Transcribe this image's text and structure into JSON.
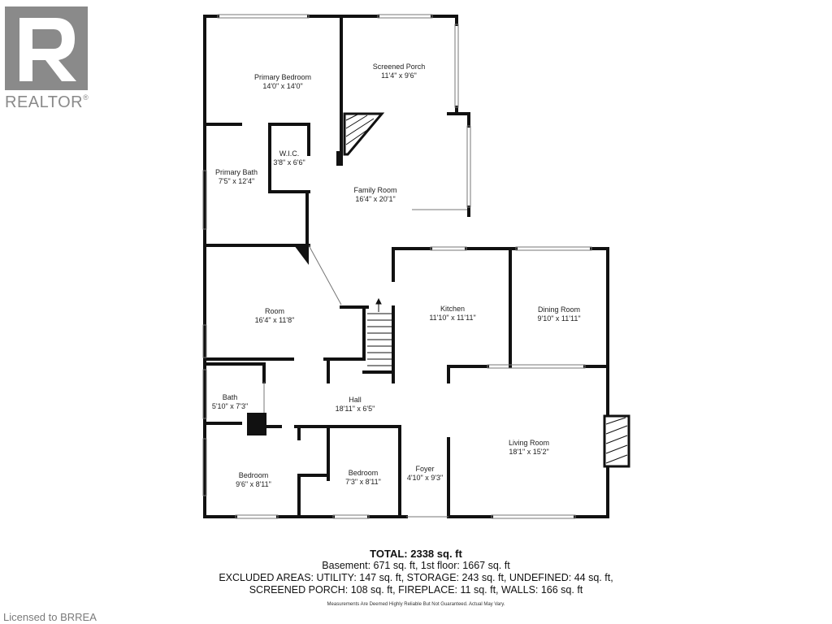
{
  "branding": {
    "logo_text": "REALTOR",
    "logo_letter": "R",
    "registered": "®"
  },
  "rooms": [
    {
      "id": "primary-bedroom",
      "name": "Primary Bedroom",
      "dims": "14'0\" x 14'0\""
    },
    {
      "id": "screened-porch",
      "name": "Screened Porch",
      "dims": "11'4\" x 9'6\""
    },
    {
      "id": "wic",
      "name": "W.I.C.",
      "dims": "3'8\" x 6'6\""
    },
    {
      "id": "primary-bath",
      "name": "Primary Bath",
      "dims": "7'5\" x 12'4\""
    },
    {
      "id": "family-room",
      "name": "Family Room",
      "dims": "16'4\" x 20'1\""
    },
    {
      "id": "room",
      "name": "Room",
      "dims": "16'4\" x 11'8\""
    },
    {
      "id": "kitchen",
      "name": "Kitchen",
      "dims": "11'10\" x 11'11\""
    },
    {
      "id": "dining-room",
      "name": "Dining Room",
      "dims": "9'10\" x 11'11\""
    },
    {
      "id": "bath",
      "name": "Bath",
      "dims": "5'10\" x 7'3\""
    },
    {
      "id": "hall",
      "name": "Hall",
      "dims": "18'11\" x 6'5\""
    },
    {
      "id": "living-room",
      "name": "Living Room",
      "dims": "18'1\" x 15'2\""
    },
    {
      "id": "bedroom-1",
      "name": "Bedroom",
      "dims": "9'6\" x 8'11\""
    },
    {
      "id": "bedroom-2",
      "name": "Bedroom",
      "dims": "7'3\" x 8'11\""
    },
    {
      "id": "foyer",
      "name": "Foyer",
      "dims": "4'10\" x 9'3\""
    }
  ],
  "totals": {
    "total": "TOTAL: 2338 sq. ft",
    "line1": "Basement: 671 sq. ft, 1st floor: 1667 sq. ft",
    "line2": "EXCLUDED AREAS: UTILITY: 147 sq. ft, STORAGE: 243 sq. ft, UNDEFINED: 44 sq. ft,",
    "line3": "SCREENED PORCH: 108 sq. ft, FIREPLACE: 11 sq. ft, WALLS: 166 sq. ft"
  },
  "disclaimer": "Measurements Are Deemed Highly Reliable But Not Guaranteed. Actual May Vary.",
  "license": "Licensed to BRREA"
}
